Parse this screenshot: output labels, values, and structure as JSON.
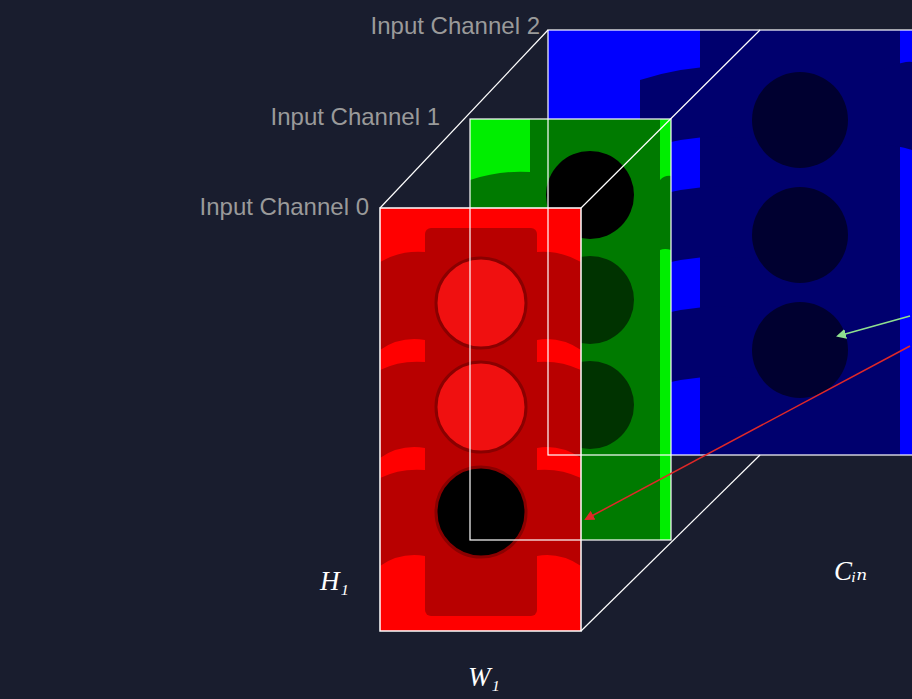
{
  "diagram": {
    "labels": [
      "Input Channel 2",
      "Input Channel 1",
      "Input Channel 0",
      "H₁",
      "W₁",
      "Cᵢₙ"
    ]
  }
}
